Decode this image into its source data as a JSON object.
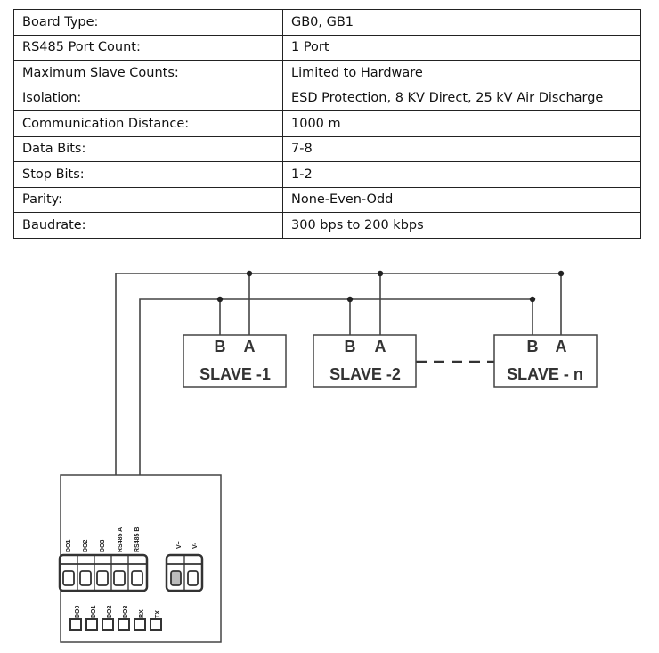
{
  "specs": [
    {
      "label": "Board Type:",
      "value": "GB0, GB1"
    },
    {
      "label": "RS485 Port Count:",
      "value": "1 Port"
    },
    {
      "label": "Maximum Slave Counts:",
      "value": "Limited to Hardware"
    },
    {
      "label": "Isolation:",
      "value": "ESD Protection, 8 KV Direct, 25 kV Air Discharge"
    },
    {
      "label": "Communication Distance:",
      "value": "1000 m"
    },
    {
      "label": "Data Bits:",
      "value": "7-8"
    },
    {
      "label": "Stop Bits:",
      "value": "1-2"
    },
    {
      "label": "Parity:",
      "value": "None-Even-Odd"
    },
    {
      "label": "Baudrate:",
      "value": "300 bps to 200 kbps"
    }
  ],
  "diagram": {
    "slaves": [
      {
        "b": "B",
        "a": "A",
        "name": "SLAVE -1"
      },
      {
        "b": "B",
        "a": "A",
        "name": "SLAVE -2"
      },
      {
        "b": "B",
        "a": "A",
        "name": "SLAVE - n"
      }
    ],
    "top_terminals": [
      "DO1",
      "DO2",
      "DO3",
      "RS485 A",
      "RS485 B"
    ],
    "power_terminals": [
      "V+",
      "V-"
    ],
    "bottom_pins": [
      "DO0",
      "DO1",
      "DO2",
      "DO3",
      "RX",
      "TX"
    ]
  }
}
